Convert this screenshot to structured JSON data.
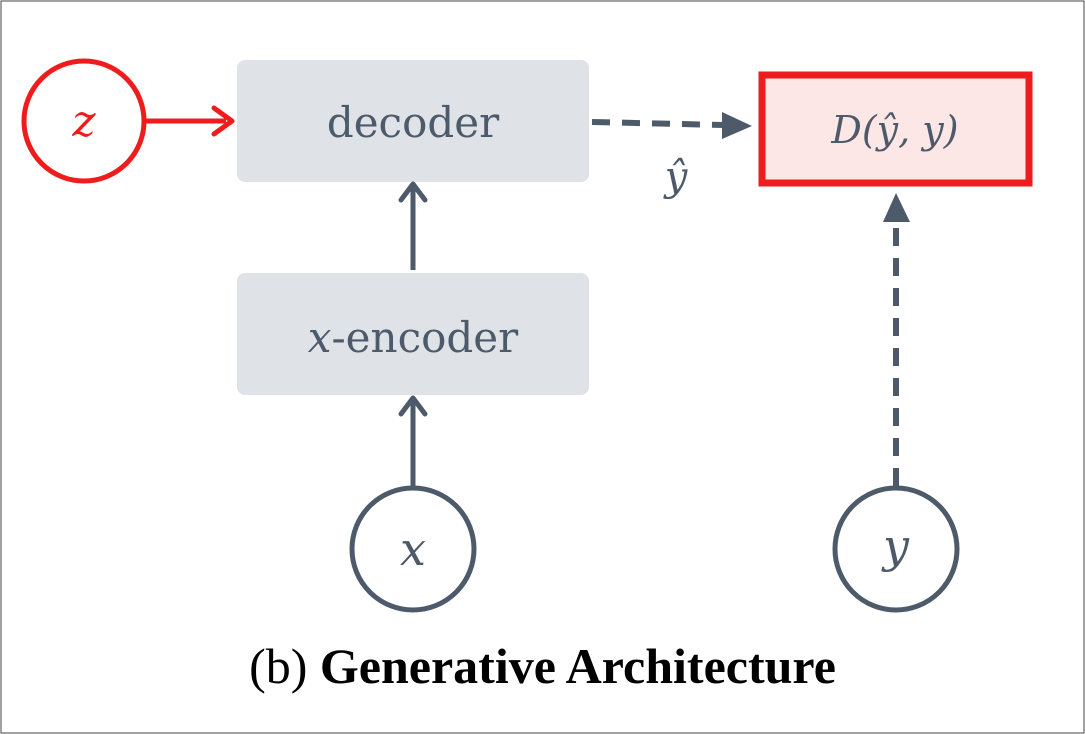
{
  "colors": {
    "slate": "#4c5a6a",
    "box_fill": "#dfe3e8",
    "red": "#ee1c1c",
    "loss_fill": "#fde6e6"
  },
  "nodes": {
    "z": "z",
    "x": "x",
    "y": "y",
    "y_hat": "ŷ",
    "decoder": "decoder",
    "encoder_var": "x",
    "encoder_suffix": "-encoder",
    "loss": "D(ŷ, y)"
  },
  "caption": {
    "prefix": "(b)",
    "title": "Generative Architecture"
  }
}
